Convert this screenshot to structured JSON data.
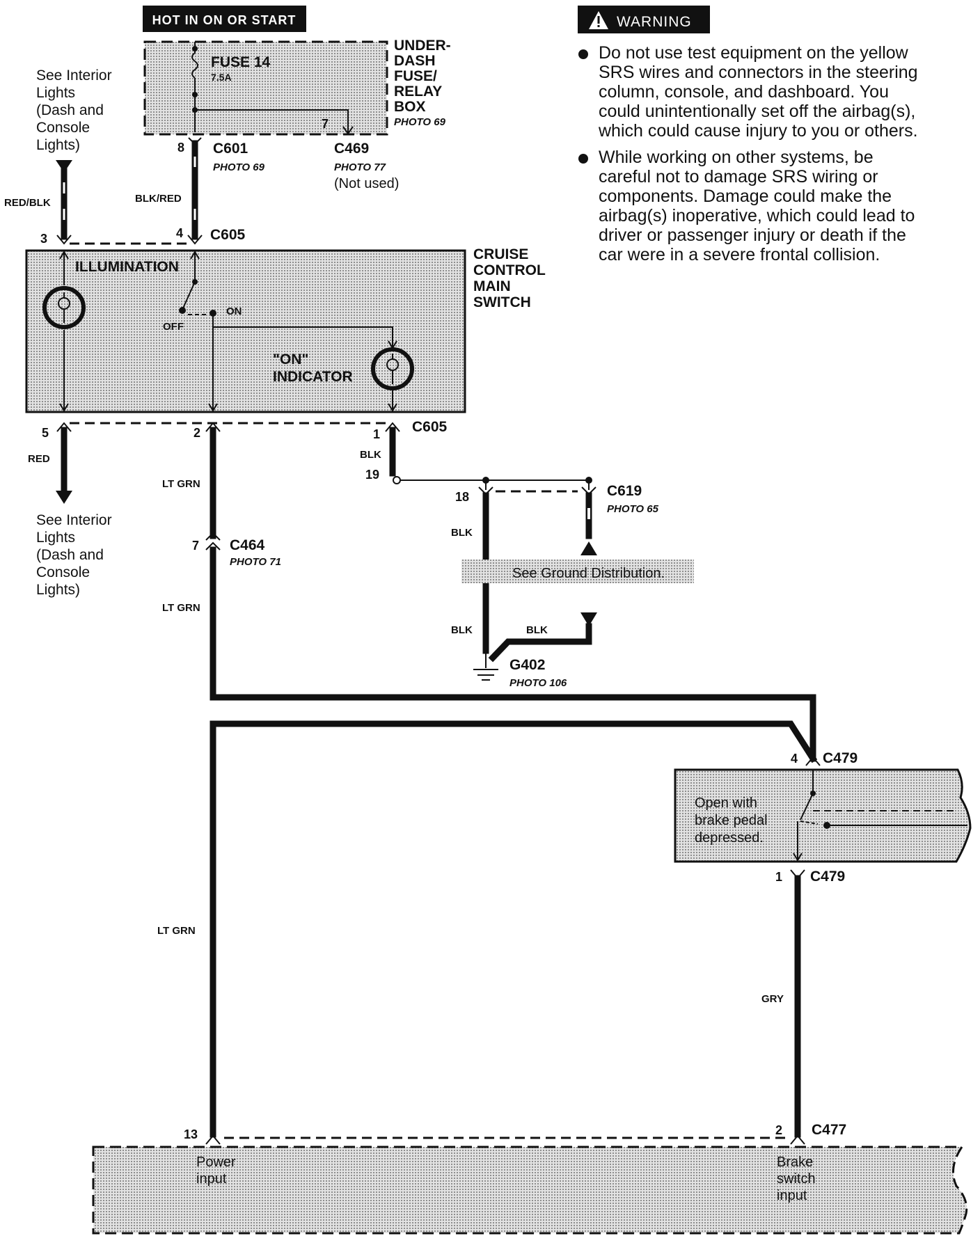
{
  "power_banner": "HOT IN ON OR START",
  "fuse_box": {
    "fuse_label": "FUSE 14",
    "fuse_rating": "7.5A",
    "title_lines": [
      "UNDER-",
      "DASH",
      "FUSE/",
      "RELAY",
      "BOX"
    ],
    "photo": "PHOTO 69",
    "internal_pin": "7"
  },
  "connectors": {
    "c601": {
      "pin": "8",
      "name": "C601",
      "photo": "PHOTO 69"
    },
    "c469": {
      "name": "C469",
      "photo": "PHOTO 77",
      "note": "(Not used)"
    },
    "c605_top": {
      "pin_left": "3",
      "pin_right": "4",
      "name": "C605"
    },
    "c605_bottom": {
      "pin_5": "5",
      "pin_2": "2",
      "pin_1": "1",
      "name": "C605"
    },
    "pin19": "19",
    "c619": {
      "pin": "18",
      "name": "C619",
      "photo": "PHOTO 65"
    },
    "c464": {
      "pin": "7",
      "name": "C464",
      "photo": "PHOTO 71"
    },
    "g402": {
      "name": "G402",
      "photo": "PHOTO 106"
    },
    "c479_top": {
      "pin": "4",
      "name": "C479"
    },
    "c479_bottom": {
      "pin": "1",
      "name": "C479"
    },
    "c477_left": {
      "pin": "13"
    },
    "c477_right": {
      "pin": "2",
      "name": "C477"
    }
  },
  "wires": {
    "red_blk": "RED/BLK",
    "blk_red": "BLK/RED",
    "red": "RED",
    "lt_grn_1": "LT GRN",
    "lt_grn_2": "LT GRN",
    "lt_grn_3": "LT GRN",
    "blk_1": "BLK",
    "blk_2": "BLK",
    "blk_3": "BLK",
    "blk_4": "BLK",
    "gry": "GRY"
  },
  "interior_lights_top": [
    "See Interior",
    "Lights",
    "(Dash and",
    "Console",
    "Lights)"
  ],
  "interior_lights_bottom": [
    "See Interior",
    "Lights",
    "(Dash and",
    "Console",
    "Lights)"
  ],
  "switch": {
    "title_lines": [
      "CRUISE",
      "CONTROL",
      "MAIN",
      "SWITCH"
    ],
    "illumination": "ILLUMINATION",
    "on": "ON",
    "off": "OFF",
    "indicator_lines": [
      "\"ON\"",
      "INDICATOR"
    ]
  },
  "ground_distribution": "See Ground Distribution.",
  "brake_switch": [
    "Open with",
    "brake pedal",
    "depressed."
  ],
  "ecu": {
    "power_input": [
      "Power",
      "input"
    ],
    "brake_input": [
      "Brake",
      "switch",
      "input"
    ]
  },
  "warning": {
    "title": "WARNING",
    "bullet1": [
      "Do not use test equipment on the yellow",
      "SRS wires and connectors in the steering",
      "column, console, and dashboard. You",
      "could unintentionally set off the airbag(s),",
      "which could cause injury to you or others."
    ],
    "bullet2": [
      "While working on other systems, be",
      "careful not to damage SRS wiring or",
      "components. Damage could make the",
      "airbag(s) inoperative, which could lead to",
      "driver or passenger injury or death if the",
      "car were in a severe frontal collision."
    ]
  }
}
